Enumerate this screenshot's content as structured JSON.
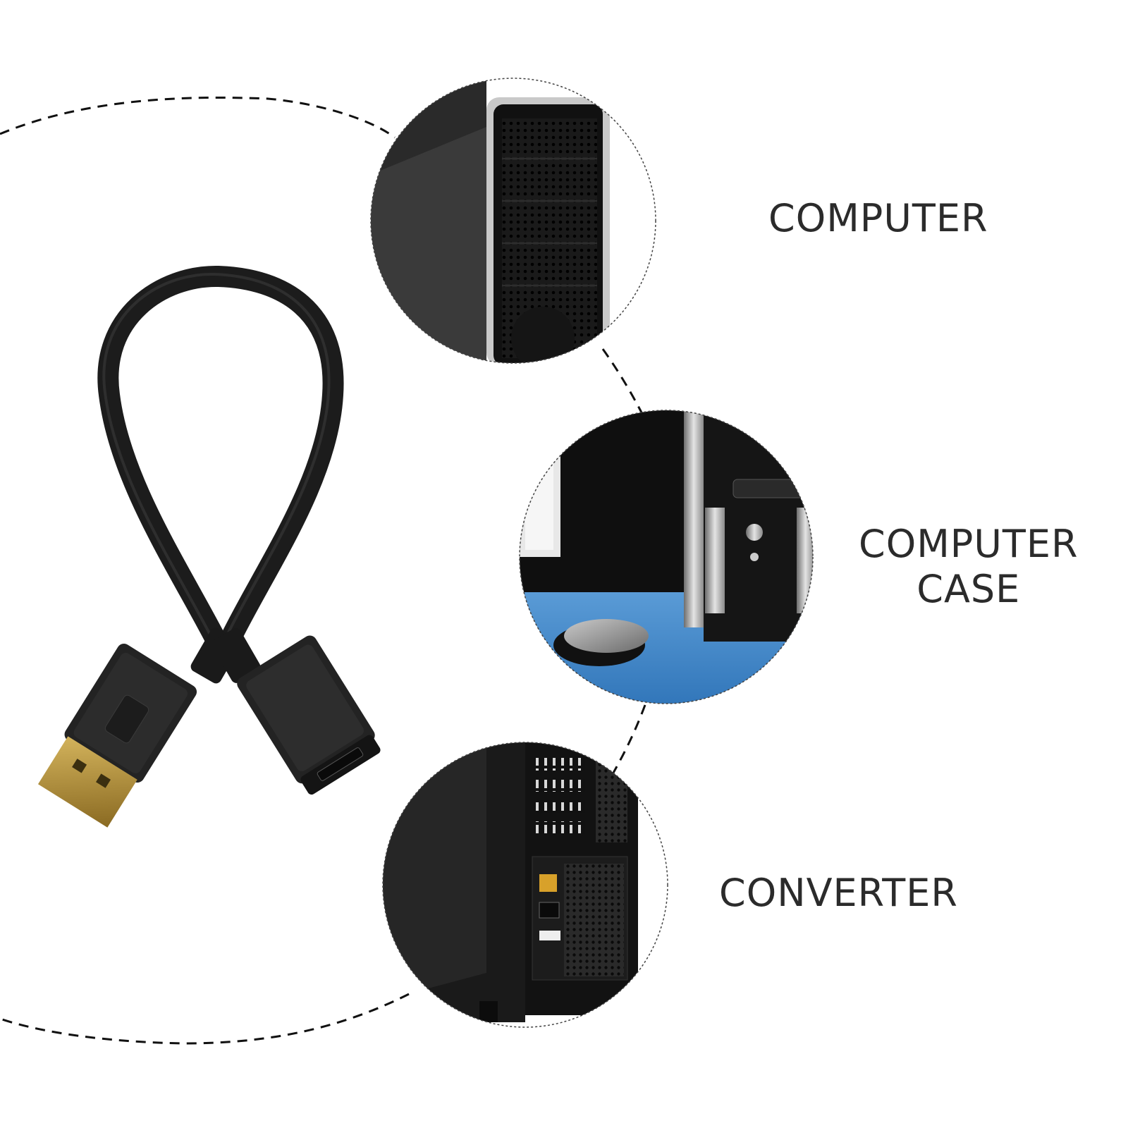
{
  "labels": {
    "computer": "COMPUTER",
    "computer_case_line1": "COMPUTER",
    "computer_case_line2": "CASE",
    "converter": "CONVERTER"
  },
  "colors": {
    "background": "#ffffff",
    "text": "#2b2b2b",
    "cable": "#1c1c1c",
    "connector_gold": "#b08a3a",
    "desk_blue": "#3b86c8"
  },
  "icons": [
    "displayport-cable",
    "computer-tower-front",
    "computer-case-with-mouse",
    "computer-rear-ports"
  ]
}
